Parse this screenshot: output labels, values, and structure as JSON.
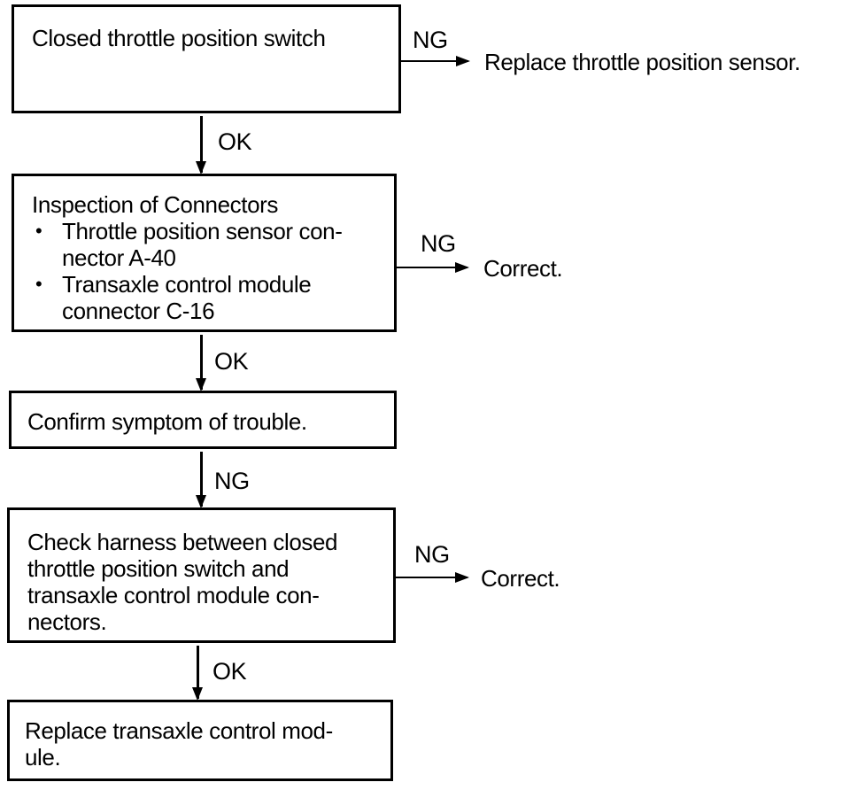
{
  "diagram": {
    "type": "troubleshooting-flowchart",
    "ink_color": "#000000",
    "background_color": "#ffffff",
    "icons": {
      "bullet": "•",
      "arrow_down": "▼",
      "arrow_right": "►"
    },
    "boxes": {
      "box1": {
        "text": "Closed throttle position switch"
      },
      "box2": {
        "title": "Inspection of Connectors",
        "items": [
          "Throttle position sensor con-\nnector A-40",
          "Transaxle control module\nconnector C-16"
        ]
      },
      "box3": {
        "text": "Confirm symptom of trouble."
      },
      "box4": {
        "text": "Check harness between closed\nthrottle position switch and\ntransaxle control module con-\nnectors."
      },
      "box5": {
        "text": "Replace transaxle control mod-\nule."
      }
    },
    "edges": {
      "box1_to_box2": {
        "label": "OK"
      },
      "box2_to_box3": {
        "label": "OK"
      },
      "box3_to_box4": {
        "label": "NG"
      },
      "box4_to_box5": {
        "label": "OK"
      }
    },
    "branches": {
      "box1_ng": {
        "label": "NG",
        "action": "Replace throttle position sensor."
      },
      "box2_ng": {
        "label": "NG",
        "action": "Correct."
      },
      "box4_ng": {
        "label": "NG",
        "action": "Correct."
      }
    }
  }
}
